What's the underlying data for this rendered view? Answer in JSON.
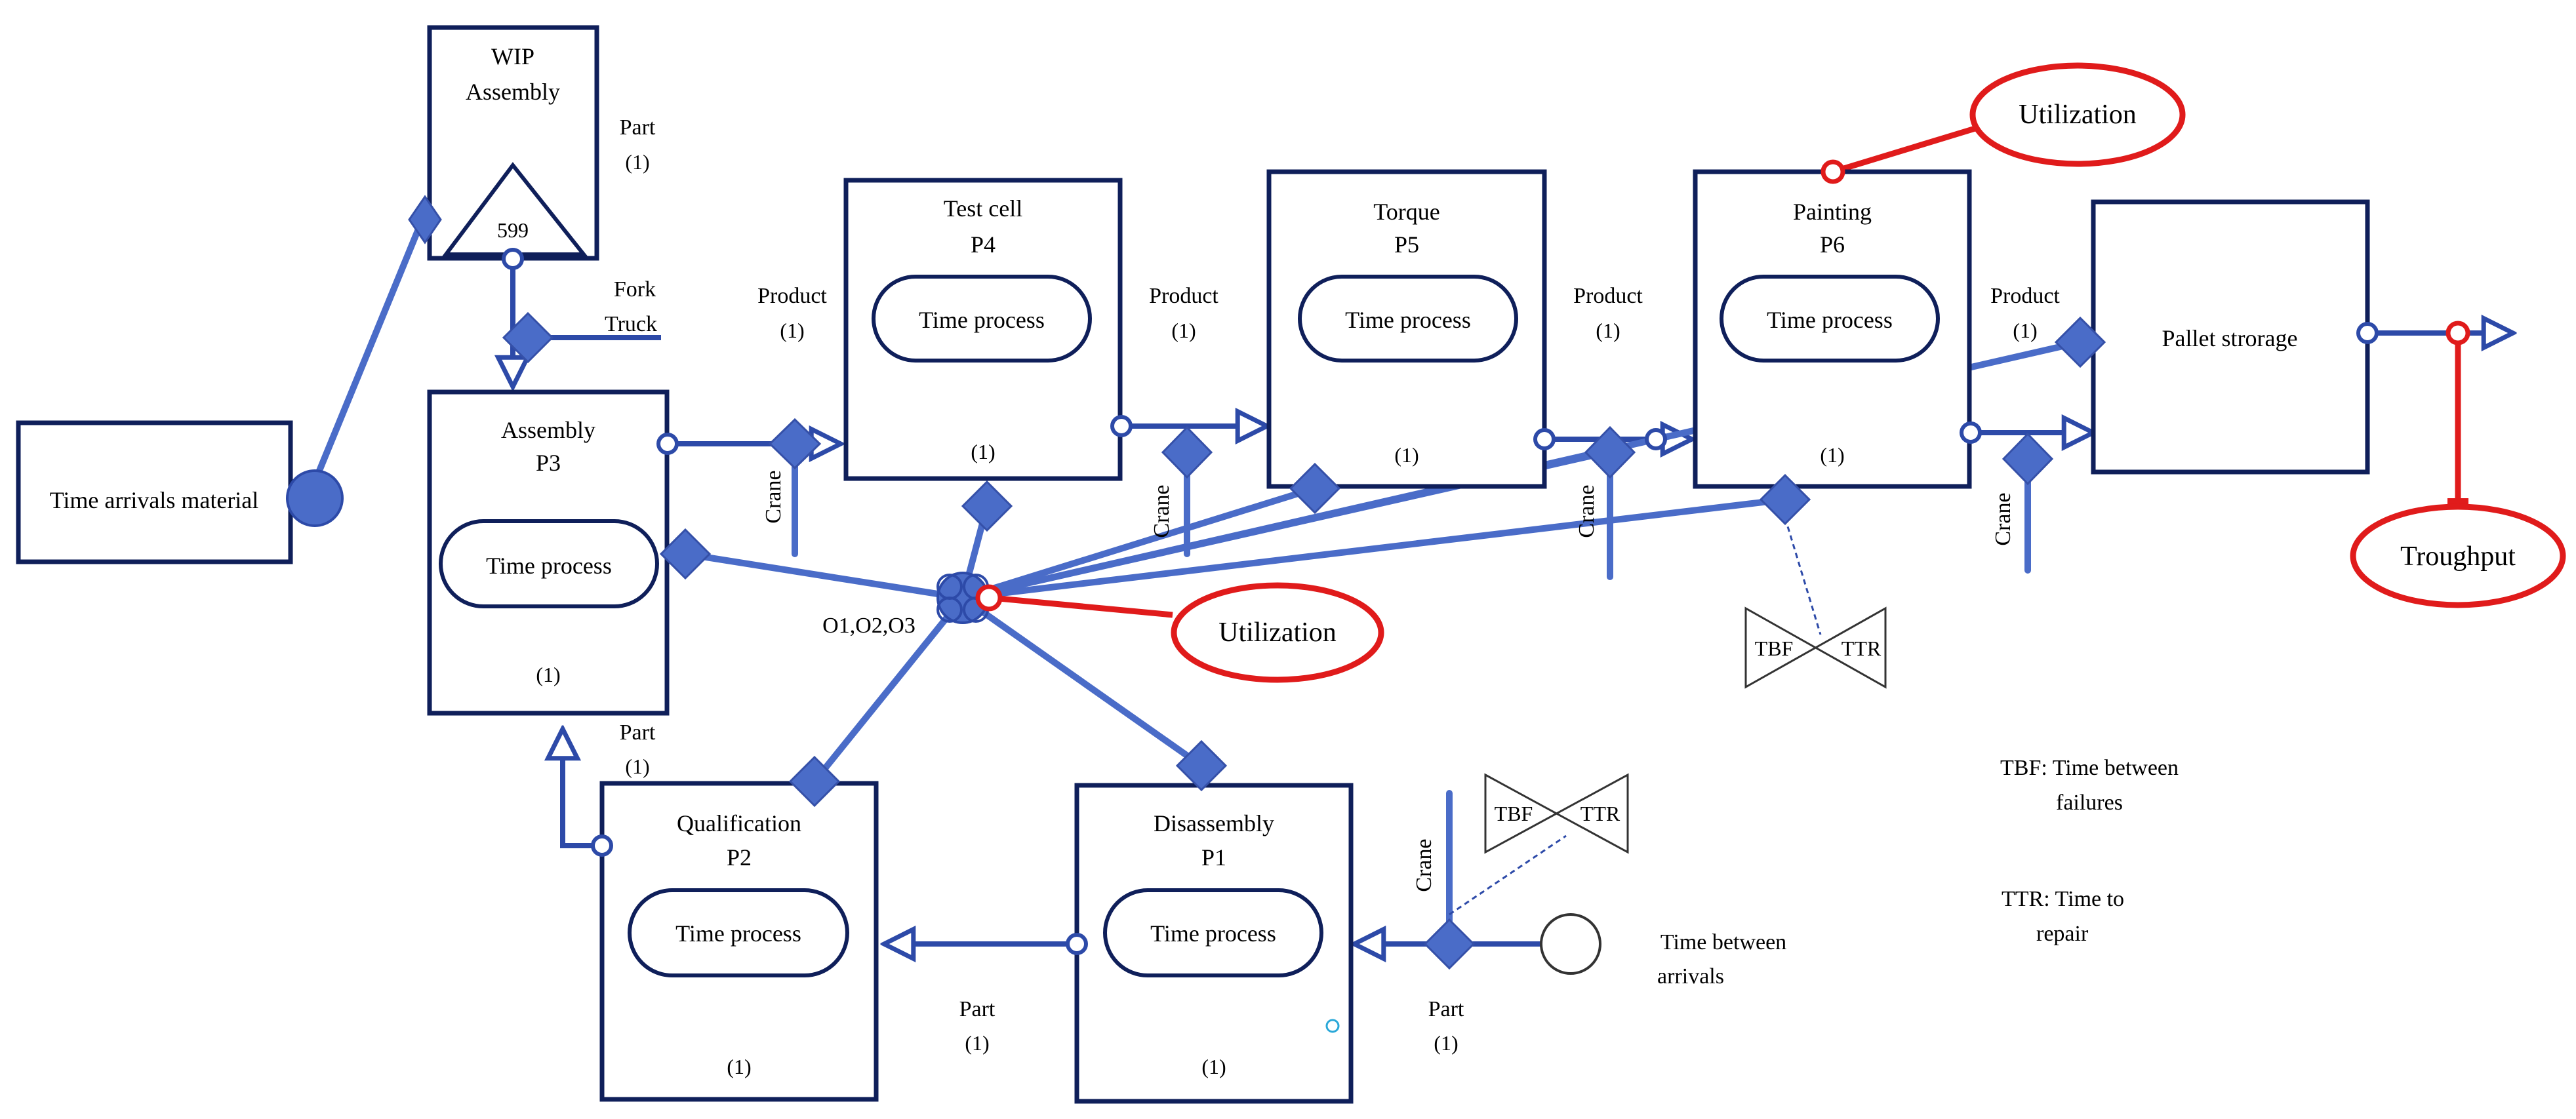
{
  "nodes": {
    "time_arrivals": "Time arrivals material",
    "wip": {
      "line1": "WIP",
      "line2": "Assembly",
      "count": "599"
    },
    "assembly": {
      "line1": "Assembly",
      "line2": "P3",
      "process": "Time process",
      "cap": "(1)"
    },
    "test_cell": {
      "line1": "Test cell",
      "line2": "P4",
      "process": "Time process",
      "cap": "(1)"
    },
    "torque": {
      "line1": "Torque",
      "line2": "P5",
      "process": "Time process",
      "cap": "(1)"
    },
    "painting": {
      "line1": "Painting",
      "line2": "P6",
      "process": "Time process",
      "cap": "(1)"
    },
    "pallet": "Pallet strorage",
    "qualification": {
      "line1": "Qualification",
      "line2": "P2",
      "process": "Time process",
      "cap": "(1)"
    },
    "disassembly": {
      "line1": "Disassembly",
      "line2": "P1",
      "process": "Time process",
      "cap": "(1)"
    }
  },
  "labels": {
    "part": "Part",
    "one": "(1)",
    "fork1": "Fork",
    "fork2": "Truck",
    "product": "Product",
    "crane": "Crane",
    "operators": "O1,O2,O3",
    "utilization": "Utilization",
    "throughput": "Troughput",
    "tbf": "TBF",
    "ttr": "TTR",
    "time_between_1": "Time between",
    "time_between_2": "arrivals",
    "legend_tbf_1": "TBF: Time between",
    "legend_tbf_2": "failures",
    "legend_ttr_1": "TTR: Time to",
    "legend_ttr_2": "repair"
  },
  "colors": {
    "flow_line": "#4a6cc8",
    "box_border": "#0f1f5a",
    "metric_red": "#e01b1b"
  },
  "icons": {
    "resource_connector": "diamond",
    "arrival_source": "circle",
    "operator_pool": "clover",
    "failure": "bowtie",
    "wip_storage": "triangle"
  }
}
